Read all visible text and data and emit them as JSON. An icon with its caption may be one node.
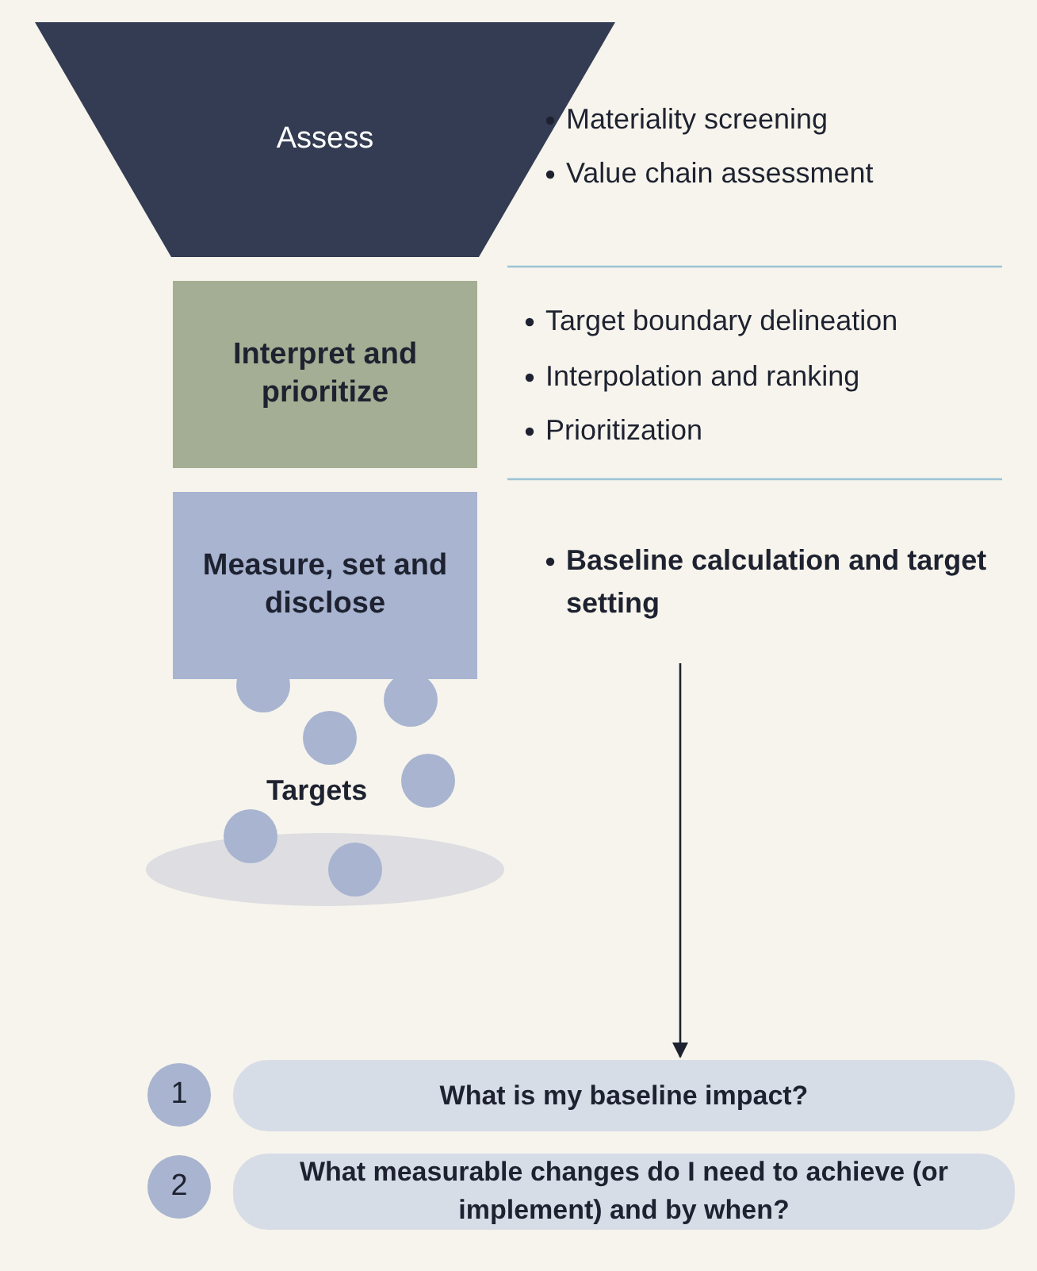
{
  "diagram": {
    "nodes": [
      {
        "text": [
          "Assess"
        ]
      },
      {
        "text": [
          "Interpret and prioritize"
        ]
      },
      {
        "text": [
          "Measure, set and disclose"
        ]
      },
      {
        "text": [
          "Baseline calculation and target setting"
        ]
      },
      {
        "text": [
          "1"
        ]
      },
      {
        "text": [
          "What is my baseline impact?"
        ]
      },
      {
        "text": [
          "2"
        ]
      },
      {
        "text": [
          "What measurable changes do I need to achieve (or implement) and by when?"
        ]
      }
    ],
    "edges": [
      {
        "from": 3,
        "to": 5,
        "arrow": "to"
      }
    ],
    "labels": [
      "Materiality screening",
      "Value chain assessment",
      "Target boundary delineation",
      "Interpolation and ranking",
      "Prioritization",
      "Targets"
    ]
  }
}
